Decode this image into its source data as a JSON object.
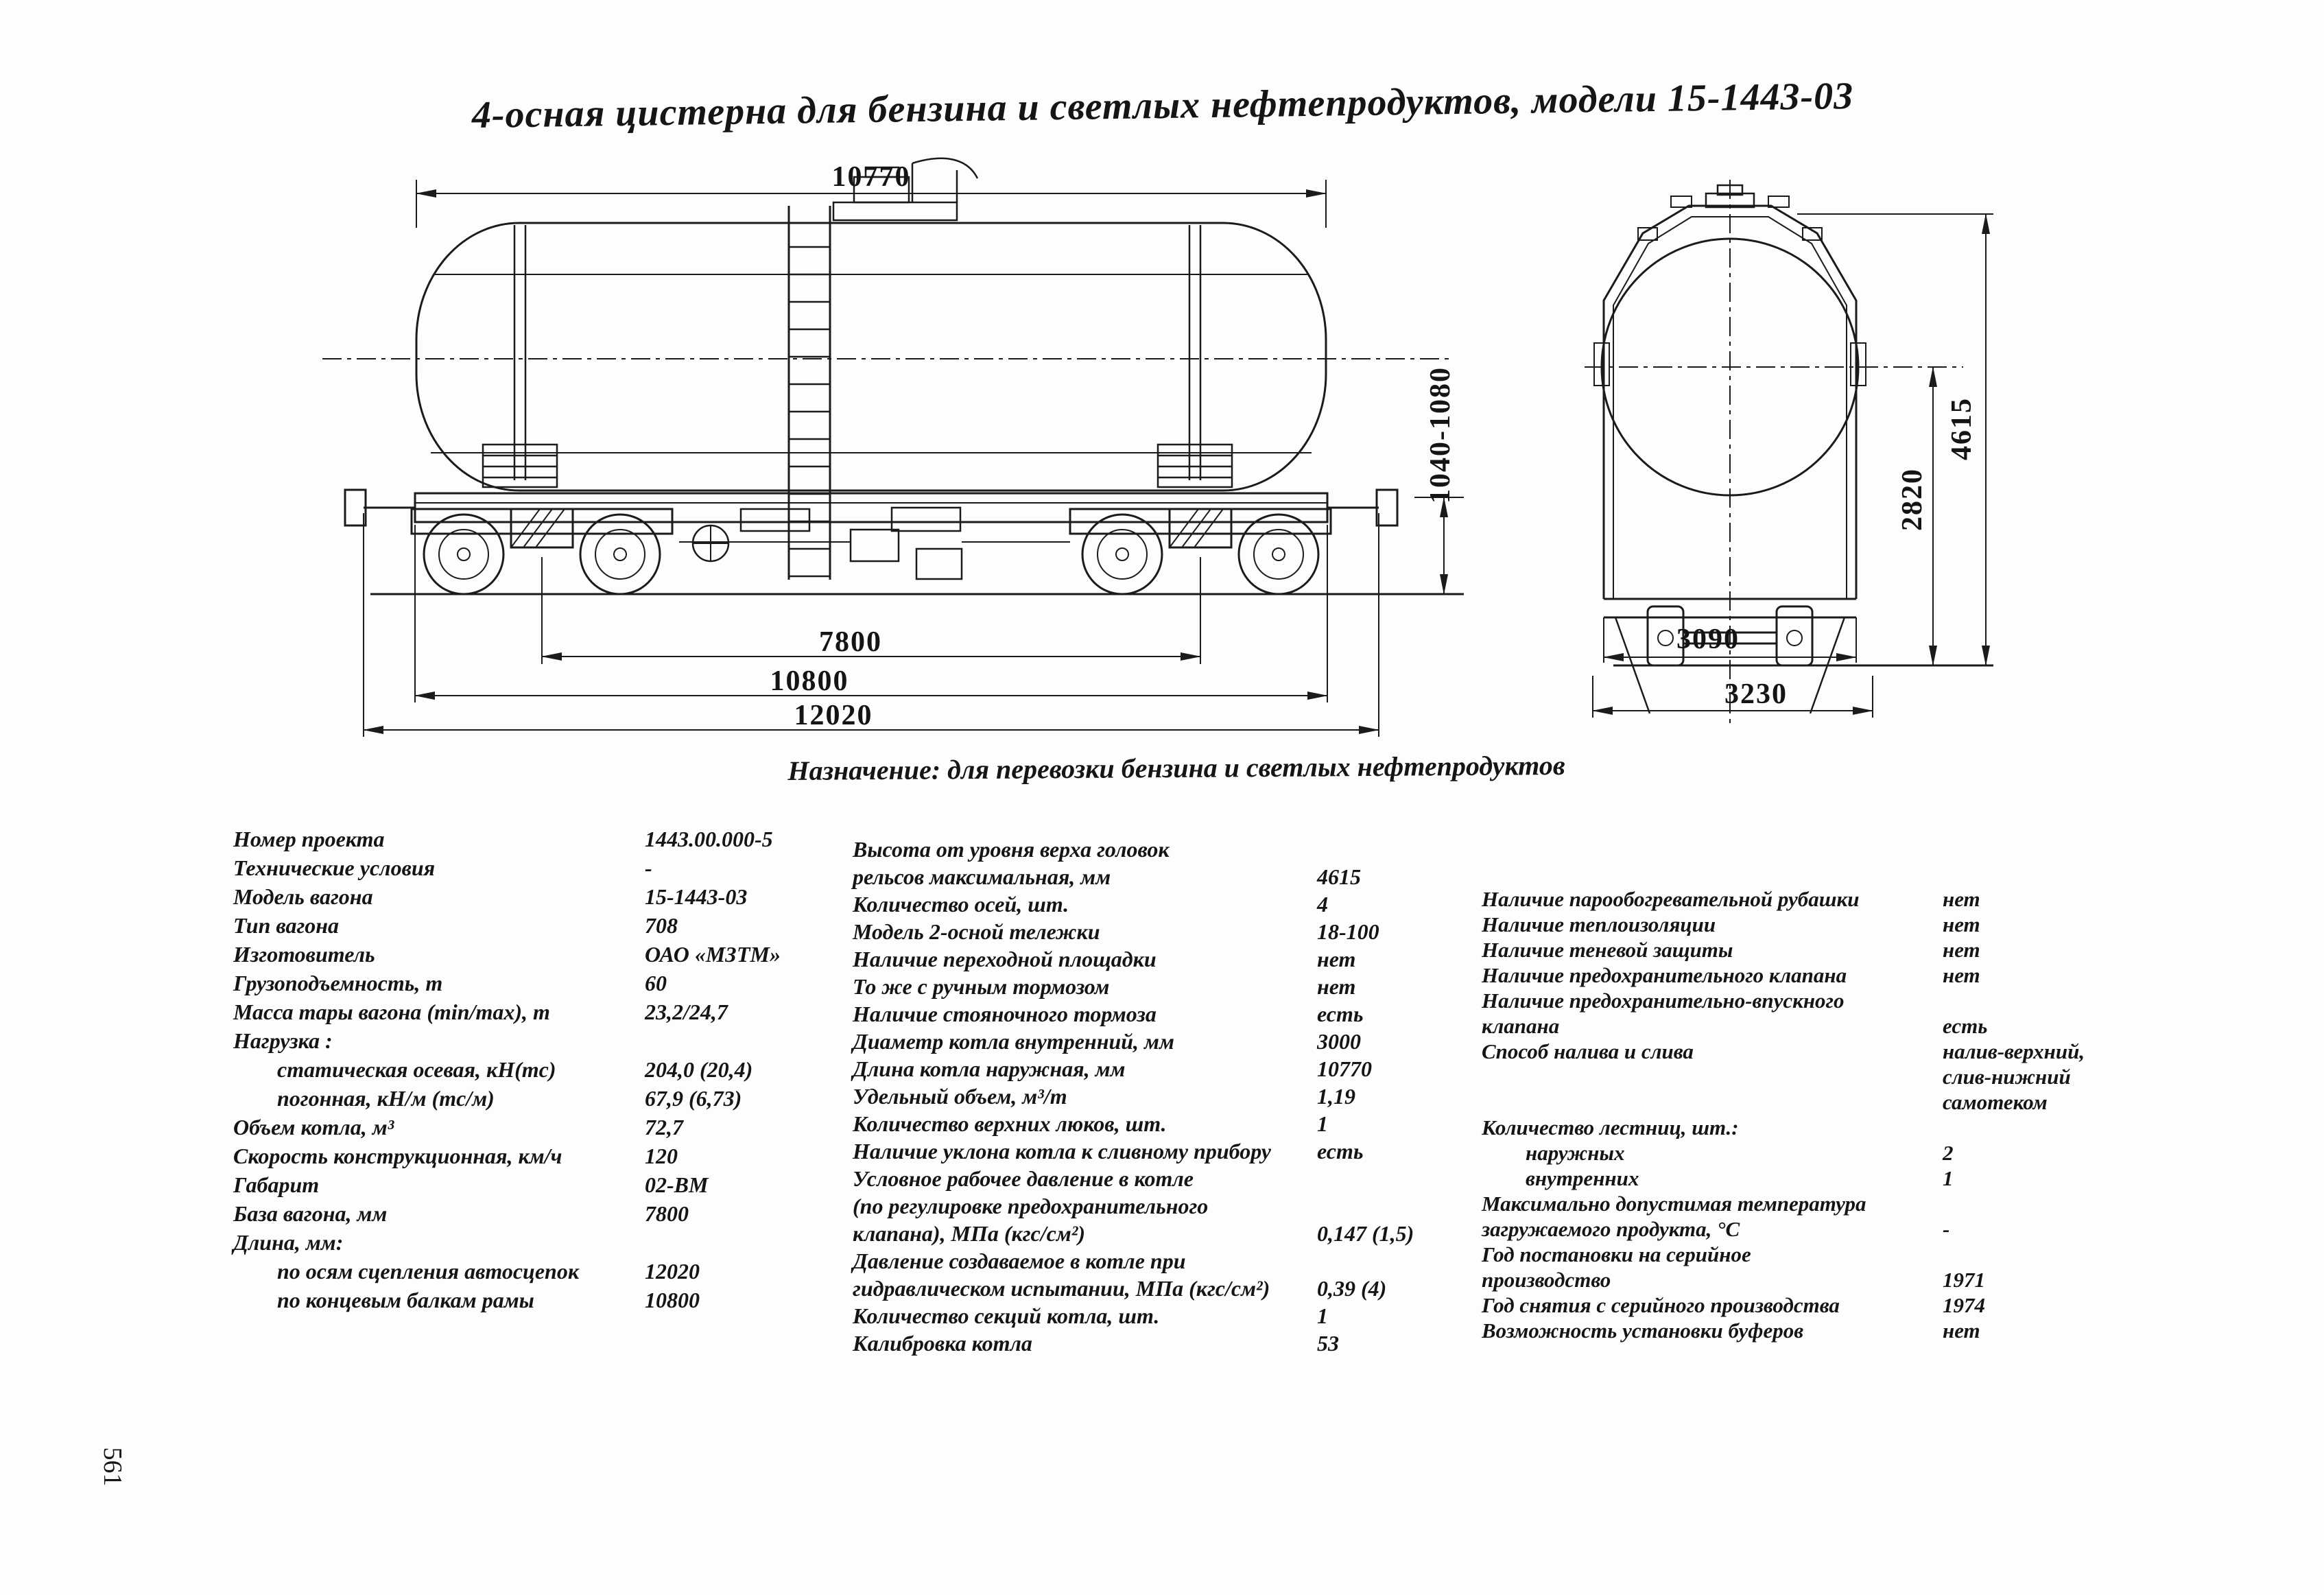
{
  "title": "4-осная цистерна для бензина и светлых нефтепродуктов, модели 15-1443-03",
  "purpose": "Назначение: для перевозки бензина и светлых нефтепродуктов",
  "page_number": "561",
  "drawing": {
    "side_view": {
      "tank_length": "10770",
      "coupler_axis_height": "1040-1080",
      "bogie_base": "7800",
      "frame_length": "10800",
      "length_over_couplers": "12020"
    },
    "end_view": {
      "max_height": "4615",
      "tank_axis_height": "2820",
      "frame_width": "3090",
      "overall_width": "3230"
    }
  },
  "specs": {
    "col1": [
      {
        "label": "Номер проекта",
        "value": "1443.00.000-5"
      },
      {
        "label": "Технические условия",
        "value": "-"
      },
      {
        "label": "Модель вагона",
        "value": "15-1443-03"
      },
      {
        "label": "Тип вагона",
        "value": "708"
      },
      {
        "label": "Изготовитель",
        "value": "ОАО «МЗТМ»"
      },
      {
        "label": "Грузоподъемность, т",
        "value": "60"
      },
      {
        "label": "Масса тары вагона (min/max), т",
        "value": "23,2/24,7"
      },
      {
        "label": "Нагрузка :",
        "value": null
      },
      {
        "label": "статическая осевая, кН(тс)",
        "value": "204,0 (20,4)",
        "indent": true
      },
      {
        "label": "погонная, кН/м (тс/м)",
        "value": "67,9 (6,73)",
        "indent": true
      },
      {
        "label": "Объем котла, м³",
        "value": "72,7"
      },
      {
        "label": "Скорость конструкционная, км/ч",
        "value": "120"
      },
      {
        "label": "Габарит",
        "value": "02-ВМ"
      },
      {
        "label": "База вагона, мм",
        "value": "7800"
      },
      {
        "label": "Длина, мм:",
        "value": null
      },
      {
        "label": "по осям сцепления автосцепок",
        "value": "12020",
        "indent": true
      },
      {
        "label": "по концевым балкам рамы",
        "value": "10800",
        "indent": true
      }
    ],
    "col2": [
      {
        "label": "Высота от уровня верха головок\nрельсов максимальная, мм",
        "value": "4615"
      },
      {
        "label": "Количество осей, шт.",
        "value": "4"
      },
      {
        "label": "Модель 2-осной тележки",
        "value": "18-100"
      },
      {
        "label": "Наличие переходной площадки",
        "value": "нет"
      },
      {
        "label": "То же с ручным тормозом",
        "value": "нет"
      },
      {
        "label": "Наличие стояночного тормоза",
        "value": "есть"
      },
      {
        "label": "Диаметр котла внутренний, мм",
        "value": "3000"
      },
      {
        "label": "Длина котла наружная, мм",
        "value": "10770"
      },
      {
        "label": "Удельный объем, м³/т",
        "value": "1,19"
      },
      {
        "label": "Количество верхних люков, шт.",
        "value": "1"
      },
      {
        "label": "Наличие уклона котла к сливному прибору",
        "value": "есть"
      },
      {
        "label": "Условное рабочее давление в котле\n(по регулировке предохранительного\nклапана), МПа (кгс/см²)",
        "value": "0,147 (1,5)"
      },
      {
        "label": "Давление создаваемое в котле при\nгидравлическом испытании, МПа (кгс/см²)",
        "value": "0,39 (4)"
      },
      {
        "label": "Количество секций котла, шт.",
        "value": "1"
      },
      {
        "label": "Калибровка котла",
        "value": "53"
      }
    ],
    "col3": [
      {
        "label": "Наличие парообогревательной рубашки",
        "value": "нет"
      },
      {
        "label": "Наличие теплоизоляции",
        "value": "нет"
      },
      {
        "label": "Наличие теневой защиты",
        "value": "нет"
      },
      {
        "label": "Наличие предохранительного клапана",
        "value": "нет"
      },
      {
        "label": "Наличие предохранительно-впускного\nклапана",
        "value": "есть"
      },
      {
        "label": "Способ налива и слива",
        "value": "налив-верхний,\nслив-нижний\nсамотеком"
      },
      {
        "label": "Количество лестниц, шт.:",
        "value": null
      },
      {
        "label": "наружных",
        "value": "2",
        "indent": true
      },
      {
        "label": "внутренних",
        "value": "1",
        "indent": true
      },
      {
        "label": "Максимально допустимая температура\nзагружаемого продукта, °С",
        "value": "-"
      },
      {
        "label": "Год постановки на серийное\nпроизводство",
        "value": "1971"
      },
      {
        "label": "Год снятия с серийного производства",
        "value": "1974"
      },
      {
        "label": "Возможность установки буферов",
        "value": "нет"
      }
    ]
  }
}
